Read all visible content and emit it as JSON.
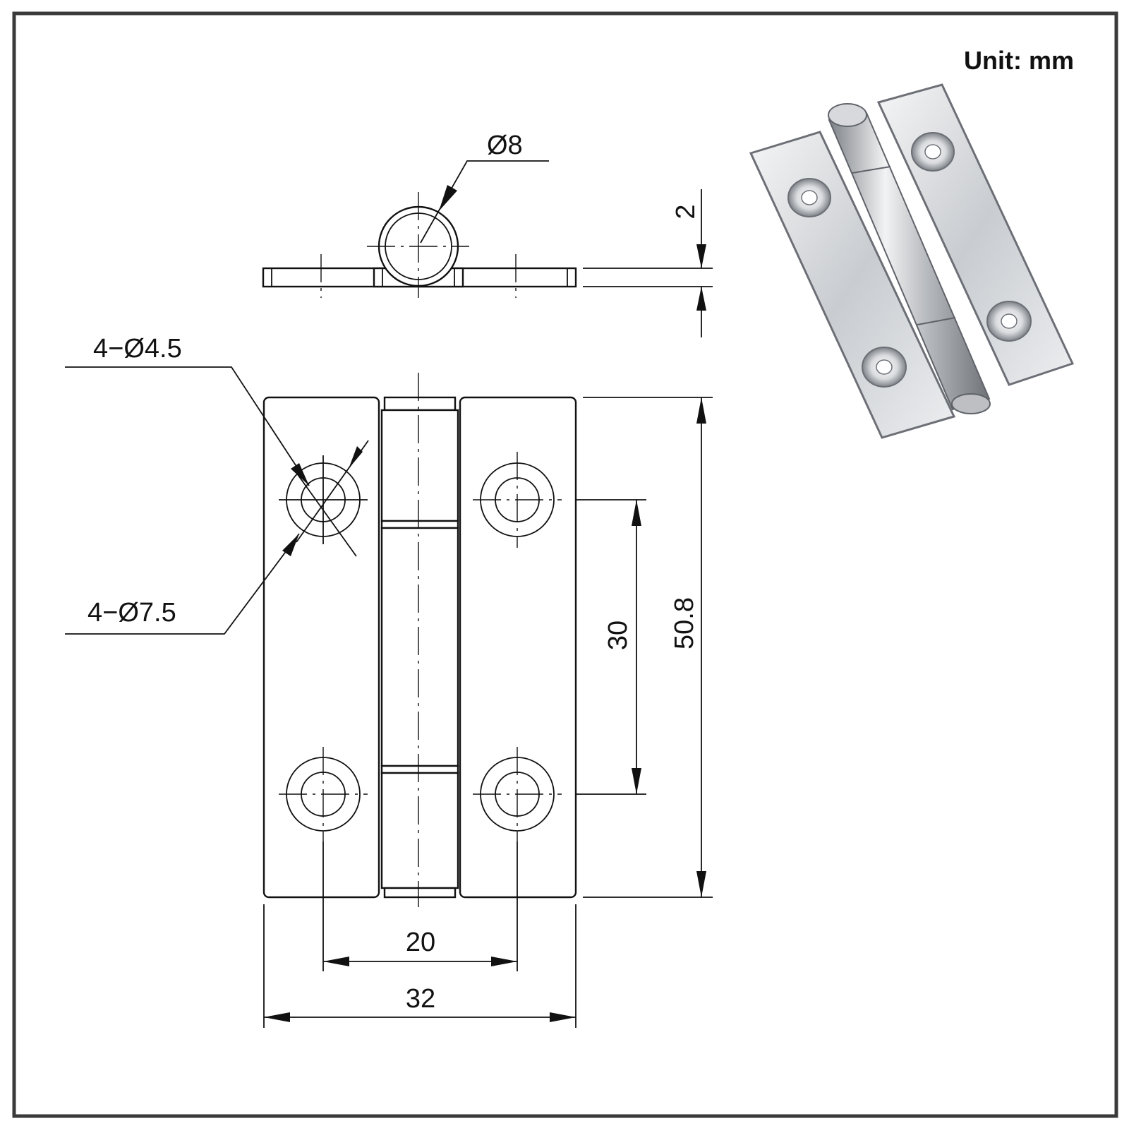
{
  "unit_label": "Unit: mm",
  "dimensions": {
    "pin_diameter": "Ø8",
    "thickness": "2",
    "hole_small": "4−Ø4.5",
    "hole_large": "4−Ø7.5",
    "hole_pitch_vertical": "30",
    "overall_height": "50.8",
    "hole_pitch_horizontal": "20",
    "overall_width": "32"
  },
  "colors": {
    "frame": "#3a3a3a",
    "line": "#111111",
    "metal_light": "#eef0f2",
    "metal_dark": "#8c9096"
  }
}
